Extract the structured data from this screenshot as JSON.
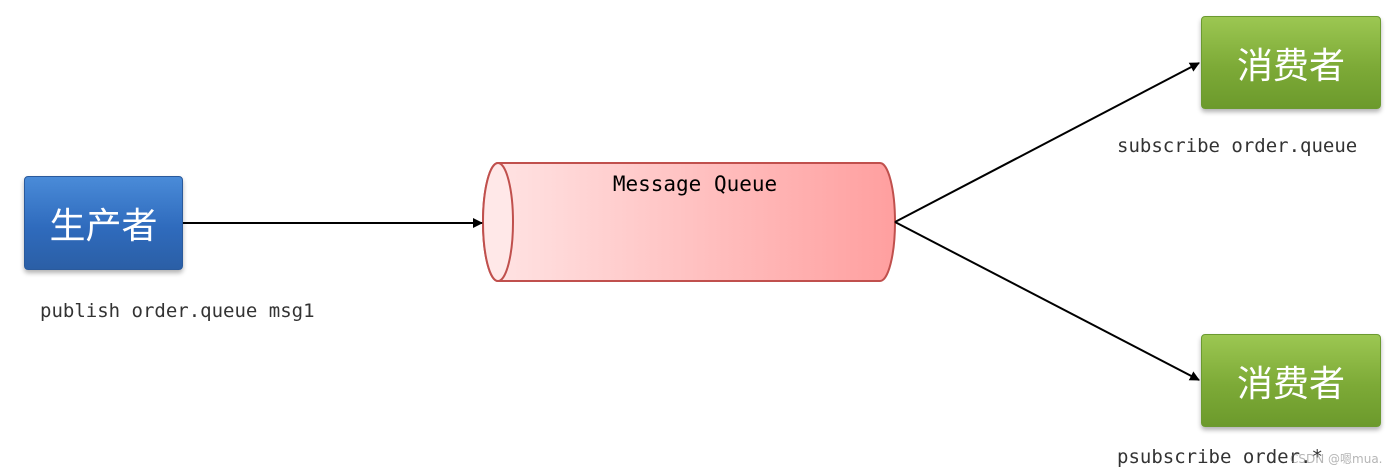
{
  "producer": {
    "label": "生产者",
    "command": "publish order.queue msg1"
  },
  "queue": {
    "label": "Message Queue"
  },
  "consumers": [
    {
      "label": "消费者",
      "command": "subscribe order.queue"
    },
    {
      "label": "消费者",
      "command": "psubscribe order.*"
    }
  ],
  "watermark": "CSDN @嗯mua.",
  "colors": {
    "producer": "#2f6bbd",
    "consumer": "#7daa37",
    "queue_fill": "#fca5a5",
    "queue_stroke": "#c0504d"
  }
}
